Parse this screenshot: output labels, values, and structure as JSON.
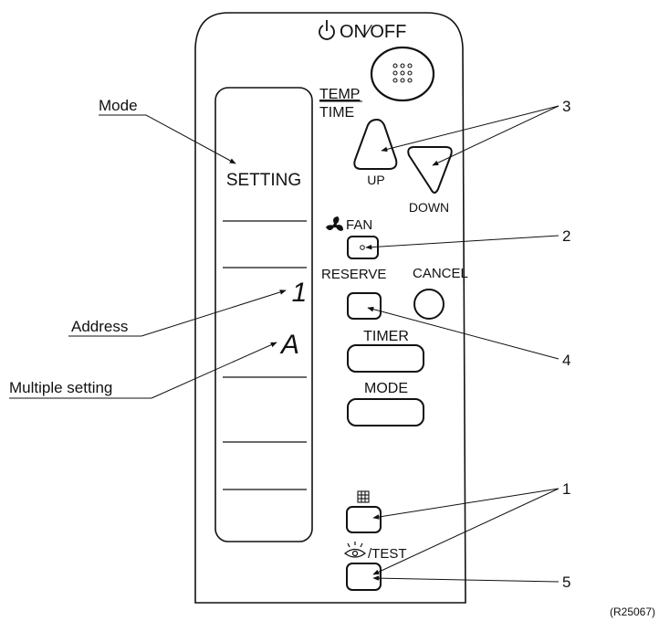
{
  "remote": {
    "on_off_label": "ON∕OFF",
    "temp_label": "TEMP",
    "time_label": "TIME",
    "up_label": "UP",
    "down_label": "DOWN",
    "fan_label": "FAN",
    "reserve_label": "RESERVE",
    "cancel_label": "CANCEL",
    "timer_label": "TIMER",
    "mode_label": "MODE",
    "test_label": "/TEST",
    "display_setting_text": "SETTING",
    "display_address_digit": "1",
    "display_multiple_digit": "A"
  },
  "callouts": {
    "mode": "Mode",
    "address": "Address",
    "multiple_setting": "Multiple setting",
    "num_3": "3",
    "num_2": "2",
    "num_4": "4",
    "num_1": "1",
    "num_5": "5"
  },
  "figure_ref": "(R25067)",
  "icons": {
    "power": "power-icon",
    "fan": "fan-icon",
    "grid": "grid-icon",
    "inspection_eye": "eye-icon"
  }
}
